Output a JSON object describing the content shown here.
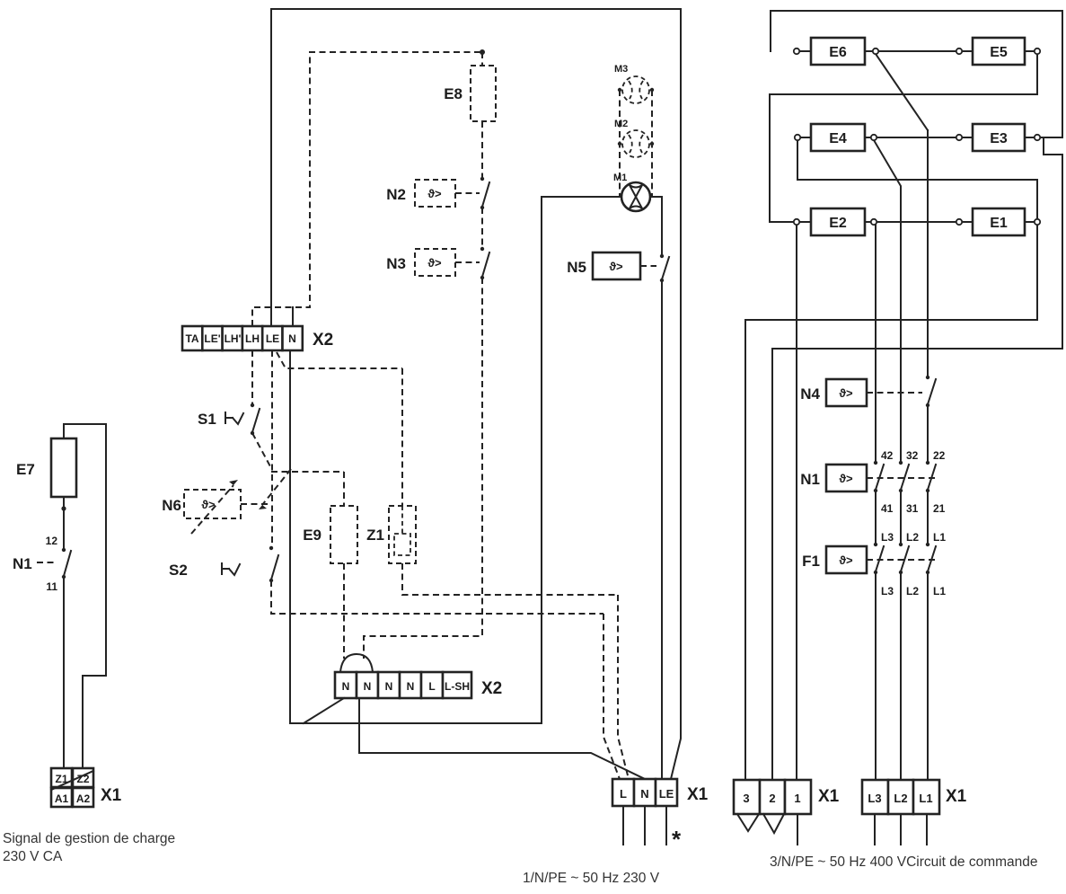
{
  "labels": {
    "e1": "E1",
    "e2": "E2",
    "e3": "E3",
    "e4": "E4",
    "e5": "E5",
    "e6": "E6",
    "e7": "E7",
    "e8": "E8",
    "e9": "E9",
    "n1": "N1",
    "n2": "N2",
    "n3": "N3",
    "n4": "N4",
    "n5": "N5",
    "n6": "N6",
    "f1": "F1",
    "s1": "S1",
    "s2": "S2",
    "z1": "Z1",
    "m1": "M1",
    "m2": "M2",
    "m3": "M3",
    "x1": "X1",
    "x2": "X2",
    "theta": "ϑ>"
  },
  "contacts": {
    "left_top": "12",
    "left_bottom": "11",
    "n1_top": [
      "42",
      "32",
      "22"
    ],
    "n1_bottom": [
      "41",
      "31",
      "21"
    ],
    "f1_top": [
      "L3",
      "L2",
      "L1"
    ],
    "f1_bottom": [
      "L3",
      "L2",
      "L1"
    ]
  },
  "strips": {
    "x2_top": {
      "cells": [
        "TA",
        "LE'",
        "LH'",
        "LH",
        "LE",
        "N"
      ],
      "label": "X2"
    },
    "x2_bottom": {
      "cells": [
        "N",
        "N",
        "N",
        "N",
        "L",
        "L-SH"
      ],
      "label": "X2"
    },
    "x1_mains": {
      "cells": [
        "L",
        "N",
        "LE"
      ],
      "label": "X1"
    },
    "x1_load": {
      "cells": [
        "3",
        "2",
        "1"
      ],
      "label": "X1"
    },
    "x1_phases": {
      "cells": [
        "L3",
        "L2",
        "L1"
      ],
      "label": "X1"
    },
    "x1_signal": {
      "cells": [
        "Z1",
        "Z2",
        "A1",
        "A2"
      ],
      "label": "X1"
    }
  },
  "captions": {
    "signal_line1": "Signal de gestion de charge",
    "signal_line2": "230 V CA",
    "mains": "1/N/PE ~ 50 Hz 230 V",
    "power": "3/N/PE ~ 50 Hz 400 VCircuit de commande",
    "asterisk": "*"
  }
}
